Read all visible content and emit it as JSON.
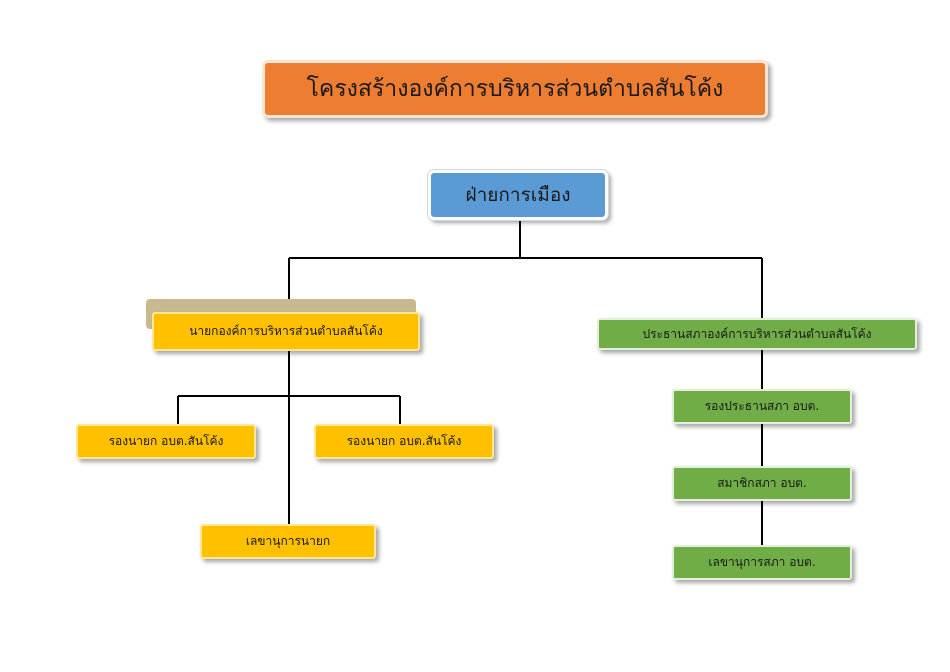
{
  "title": "โครงสร้างองค์การบริหารส่วนตำบลสันโค้ง",
  "root": "ฝ่ายการเมือง",
  "left_branch": {
    "head": "นายกองค์การบริหารส่วนตำบลสันโค้ง",
    "deputy_left": "รองนายก อบต.สันโค้ง",
    "deputy_right": "รองนายก อบต.สันโค้ง",
    "secretary": "เลขานุการนายก"
  },
  "right_branch": {
    "head": "ประธานสภาองค์การบริหารส่วนตำบลสันโค้ง",
    "vice_chair": "รองประธานสภา อบต.",
    "member": "สมาชิกสภา อบต.",
    "secretary": "เลขานุการสภา อบต."
  },
  "colors": {
    "title_fill": "#ed7d31",
    "root_fill": "#5b9bd5",
    "left_fill": "#ffc000",
    "right_fill": "#70ad47"
  }
}
